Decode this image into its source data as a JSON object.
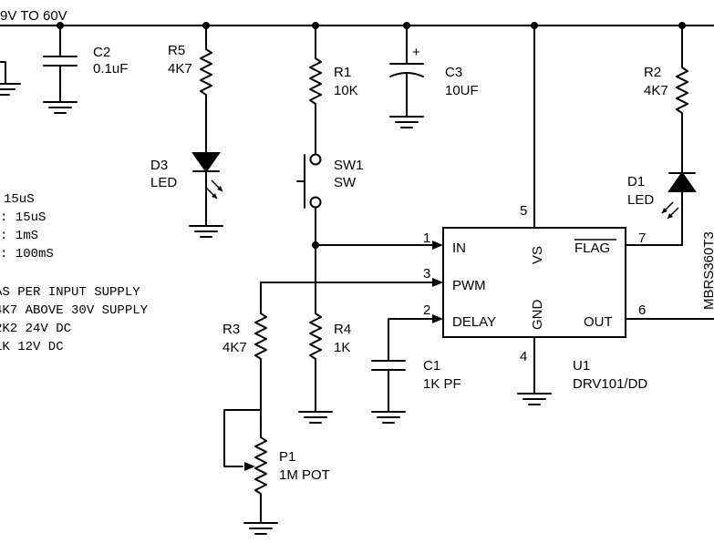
{
  "supply": {
    "label": "9V TO 60V"
  },
  "notes": {
    "timing": [
      "15uS",
      ": 15uS",
      ": 1mS",
      ": 100mS"
    ],
    "r2_rule": [
      "AS PER INPUT SUPPLY",
      "4K7 ABOVE 30V SUPPLY",
      "2K2 24V DC",
      "1K 12V DC"
    ]
  },
  "components": {
    "c2": {
      "ref": "C2",
      "value": "0.1uF"
    },
    "r5": {
      "ref": "R5",
      "value": "4K7"
    },
    "r1": {
      "ref": "R1",
      "value": "10K"
    },
    "c3": {
      "ref": "C3",
      "value": "10UF",
      "polarity": "+"
    },
    "r2": {
      "ref": "R2",
      "value": "4K7"
    },
    "d3": {
      "ref": "D3",
      "value": "LED"
    },
    "sw1": {
      "ref": "SW1",
      "value": "SW"
    },
    "d1": {
      "ref": "D1",
      "value": "LED"
    },
    "r3": {
      "ref": "R3",
      "value": "4K7"
    },
    "r4": {
      "ref": "R4",
      "value": "1K"
    },
    "c1": {
      "ref": "C1",
      "value": "1K PF"
    },
    "p1": {
      "ref": "P1",
      "value": "1M POT"
    },
    "u1": {
      "ref": "U1",
      "value": "DRV101/DD"
    },
    "diode": {
      "value": "MBRS360T3"
    }
  },
  "ic": {
    "pins": {
      "in": {
        "name": "IN",
        "num": "1"
      },
      "pwm": {
        "name": "PWM",
        "num": "3"
      },
      "delay": {
        "name": "DELAY",
        "num": "2"
      },
      "vs": {
        "name": "VS",
        "num": "5"
      },
      "gnd": {
        "name": "GND",
        "num": "4"
      },
      "flag": {
        "name": "FLAG",
        "num": "7"
      },
      "out": {
        "name": "OUT",
        "num": "6"
      }
    }
  }
}
